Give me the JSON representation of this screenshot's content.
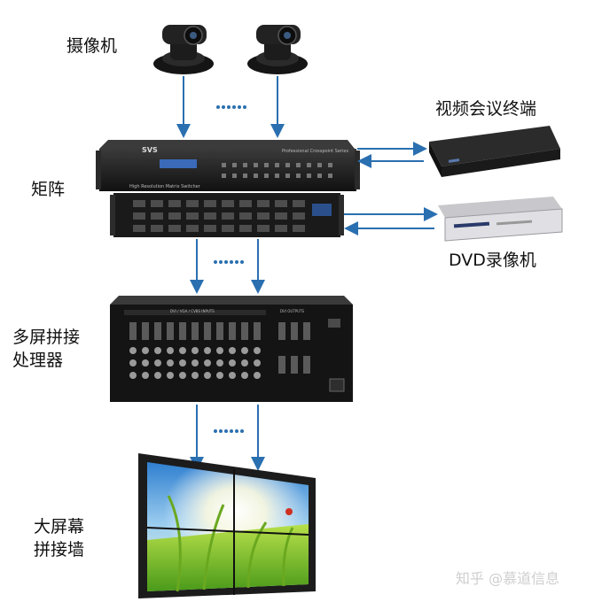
{
  "labels": {
    "camera": "摄像机",
    "matrix": "矩阵",
    "video_conf": "视频会议终端",
    "dvd": "DVD录像机",
    "processor_line1": "多屏拼接",
    "processor_line2": "处理器",
    "wall_line1": "大屏幕",
    "wall_line2": "拼接墙"
  },
  "device_text": {
    "matrix_brand": "SVS",
    "matrix_series": "Professional Crosspoint Series",
    "matrix_model": "High Resolution Matrix Switcher",
    "processor_inputs": "DVI / VGA / CVBS  INPUTS",
    "processor_outputs": "DVI  OUTPUTS"
  },
  "watermark": "知乎 @慕道信息",
  "colors": {
    "arrow": "#2a6fb0",
    "device_dark": "#1c1c1c",
    "accent_blue": "#2a6fb0"
  }
}
